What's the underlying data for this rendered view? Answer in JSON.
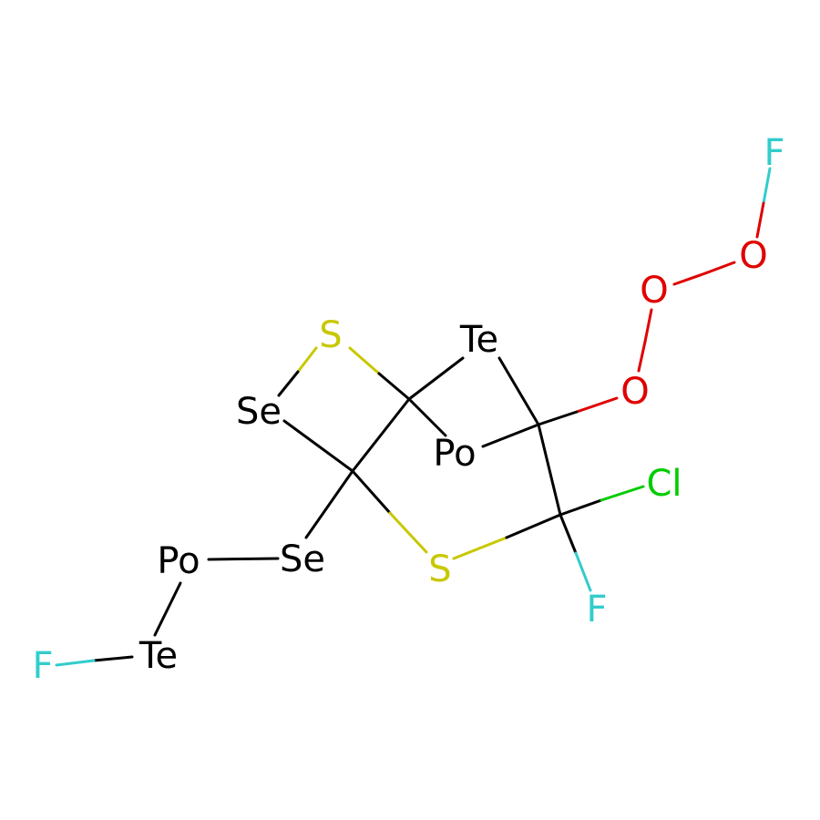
{
  "colors": {
    "carbon_bond": "#000000",
    "S": "#C8C800",
    "Se": "#000000",
    "Te": "#000000",
    "Po": "#000000",
    "O": "#E00000",
    "F": "#33CCCC",
    "Cl": "#00CC00"
  },
  "atoms": [
    {
      "id": "f_top",
      "symbol": "F",
      "element": "F"
    },
    {
      "id": "o_peroxo2",
      "symbol": "O",
      "element": "O"
    },
    {
      "id": "o_peroxo1",
      "symbol": "O",
      "element": "O"
    },
    {
      "id": "o_ether",
      "symbol": "O",
      "element": "O"
    },
    {
      "id": "s_ring",
      "symbol": "S",
      "element": "S"
    },
    {
      "id": "te_bridge",
      "symbol": "Te",
      "element": "Te"
    },
    {
      "id": "se_ring",
      "symbol": "Se",
      "element": "Se"
    },
    {
      "id": "po_bridge",
      "symbol": "Po",
      "element": "Po"
    },
    {
      "id": "cl",
      "symbol": "Cl",
      "element": "Cl"
    },
    {
      "id": "se_chain",
      "symbol": "Se",
      "element": "Se"
    },
    {
      "id": "s_chain",
      "symbol": "S",
      "element": "S"
    },
    {
      "id": "po_chain",
      "symbol": "Po",
      "element": "Po"
    },
    {
      "id": "f_cf",
      "symbol": "F",
      "element": "F"
    },
    {
      "id": "te_chain",
      "symbol": "Te",
      "element": "Te"
    },
    {
      "id": "f_left",
      "symbol": "F",
      "element": "F"
    }
  ]
}
